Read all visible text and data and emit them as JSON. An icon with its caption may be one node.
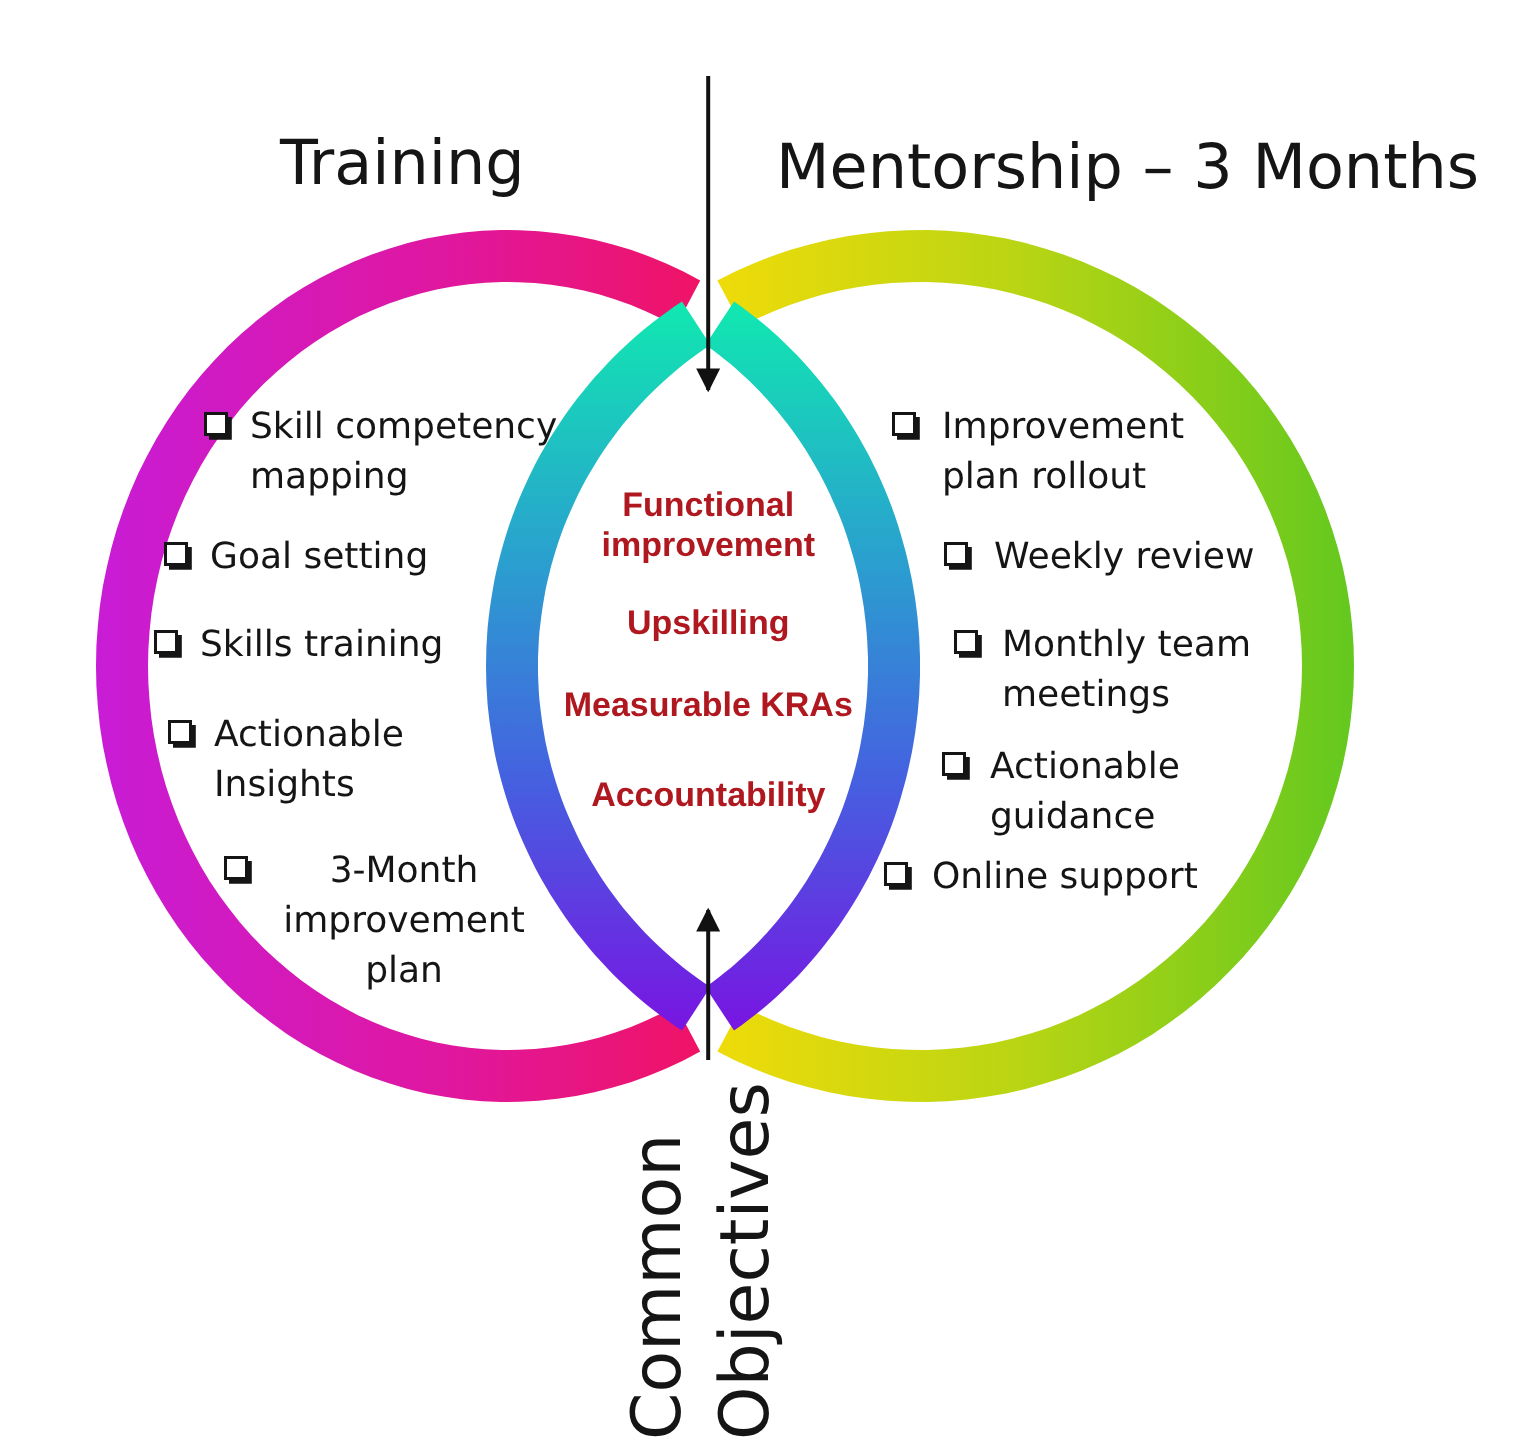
{
  "diagram": {
    "nodes": [
      {
        "text": [
          "Training",
          "Skill competency mapping",
          "Goal setting",
          "Skills training",
          "Actionable Insights",
          "3-Month improvement plan"
        ]
      },
      {
        "text": [
          "Mentorship – 3 Months",
          "Improvement plan rollout",
          "Weekly review",
          "Monthly team meetings",
          "Actionable guidance",
          "Online support"
        ]
      },
      {
        "text": [
          "Functional improvement",
          "Upskilling",
          "Measurable KRAs",
          "Accountability"
        ]
      },
      {
        "text": [
          "Common Objectives"
        ]
      }
    ],
    "edges": [
      {
        "from": null,
        "to": 2,
        "arrow": "to"
      },
      {
        "from": 3,
        "to": 2,
        "arrow": "to"
      }
    ]
  }
}
